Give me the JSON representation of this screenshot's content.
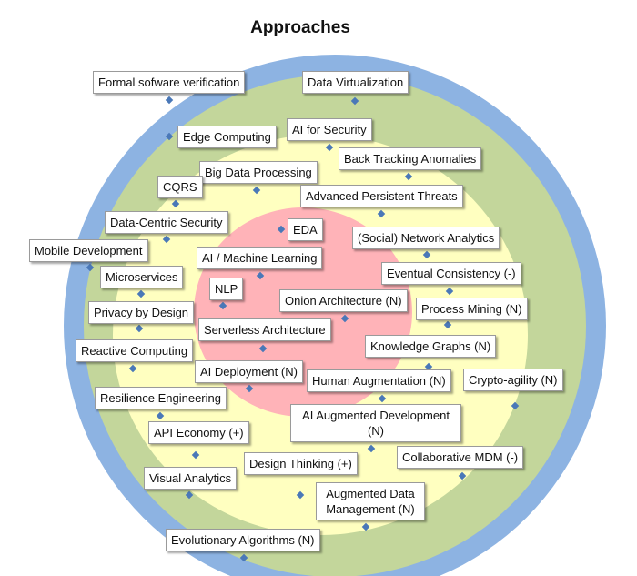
{
  "title": "Approaches",
  "colors": {
    "outer_ring": "#8db3e2",
    "assess_ring": "#c3d69b",
    "trial_ring": "#ffffc0",
    "adopt_ring": "#ffb3b8",
    "marker": "#4a78b8"
  },
  "items": [
    {
      "label": "Formal sofware verification"
    },
    {
      "label": "Data Virtualization"
    },
    {
      "label": "Edge Computing"
    },
    {
      "label": "AI for Security"
    },
    {
      "label": "Back Tracking Anomalies"
    },
    {
      "label": "Big Data Processing"
    },
    {
      "label": "CQRS"
    },
    {
      "label": "Advanced Persistent Threats"
    },
    {
      "label": "Data-Centric Security"
    },
    {
      "label": "EDA"
    },
    {
      "label": "(Social) Network  Analytics"
    },
    {
      "label": "Mobile Development"
    },
    {
      "label": "AI / Machine Learning"
    },
    {
      "label": "Eventual Consistency (-)"
    },
    {
      "label": "Microservices"
    },
    {
      "label": "NLP"
    },
    {
      "label": "Onion Architecture  (N)"
    },
    {
      "label": "Process Mining  (N)"
    },
    {
      "label": "Privacy by Design"
    },
    {
      "label": "Serverless Architecture"
    },
    {
      "label": "Knowledge Graphs (N)"
    },
    {
      "label": "Reactive Computing"
    },
    {
      "label": "Crypto-agility  (N)"
    },
    {
      "label": "AI Deployment  (N)"
    },
    {
      "label": "Human Augmentation  (N)"
    },
    {
      "label": "Resilience Engineering"
    },
    {
      "label": "AI Augmented Development (N)"
    },
    {
      "label": "API Economy (+)"
    },
    {
      "label": "Collaborative MDM (-)"
    },
    {
      "label": "Design Thinking (+)"
    },
    {
      "label": "Visual Analytics"
    },
    {
      "label": "Augmented Data Management  (N)"
    },
    {
      "label": "Evolutionary Algorithms (N)"
    }
  ]
}
